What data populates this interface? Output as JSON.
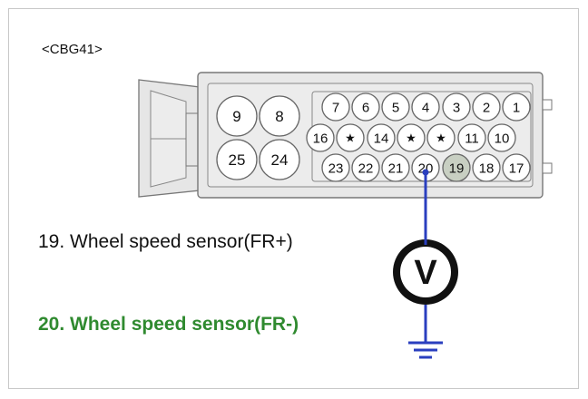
{
  "connector_code": "<CBG41>",
  "large_pins": [
    "9",
    "8",
    "25",
    "24"
  ],
  "row1_pins": [
    "7",
    "6",
    "5",
    "4",
    "3",
    "2",
    "1"
  ],
  "row2_pins": [
    "16",
    "★",
    "14",
    "★",
    "★",
    "11",
    "10"
  ],
  "row3_pins": [
    "23",
    "22",
    "21",
    "20",
    "19",
    "18",
    "17"
  ],
  "highlighted_pin": "19",
  "probe_pin": "20",
  "meter_symbol": "V",
  "legend": {
    "line1": "19. Wheel speed sensor(FR+)",
    "line2": "20. Wheel speed sensor(FR-)"
  },
  "colors": {
    "wire": "#2a3fbf",
    "highlight": "#c8cfc2",
    "legend2": "#2f8a2f",
    "meter": "#111111"
  }
}
